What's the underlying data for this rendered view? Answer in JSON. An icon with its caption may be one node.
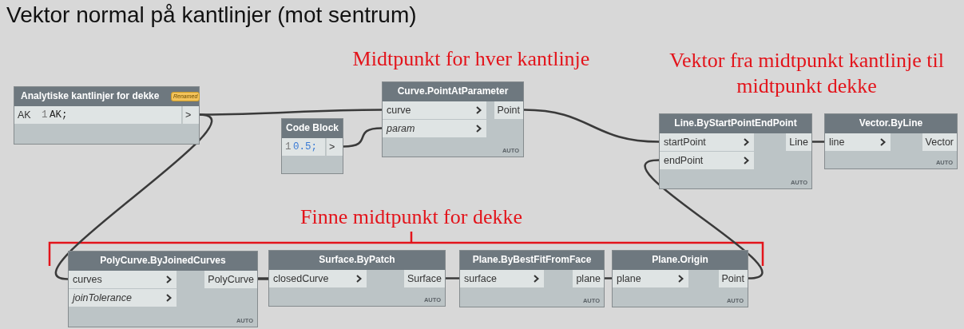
{
  "diagram": {
    "title": "Vektor normal på kantlinjer (mot sentrum)",
    "nodes": [
      {
        "text": [
          "Analytiske kantlinjer for dekke",
          "Renamed",
          "AK",
          "1",
          "AK;",
          ">"
        ]
      },
      {
        "text": [
          "Code Block",
          "1",
          "0.5;",
          ">"
        ]
      },
      {
        "text": [
          "Curve.PointAtParameter",
          "curve",
          "param",
          "Point",
          "AUTO"
        ]
      },
      {
        "text": [
          "Line.ByStartPointEndPoint",
          "startPoint",
          "endPoint",
          "Line",
          "AUTO"
        ]
      },
      {
        "text": [
          "Vector.ByLine",
          "line",
          "Vector",
          "AUTO"
        ]
      },
      {
        "text": [
          "PolyCurve.ByJoinedCurves",
          "curves",
          "joinTolerance",
          "PolyCurve",
          "AUTO"
        ]
      },
      {
        "text": [
          "Surface.ByPatch",
          "closedCurve",
          "Surface",
          "AUTO"
        ]
      },
      {
        "text": [
          "Plane.ByBestFitFromFace",
          "surface",
          "plane",
          "AUTO"
        ]
      },
      {
        "text": [
          "Plane.Origin",
          "plane",
          "Point",
          "AUTO"
        ]
      }
    ],
    "edges": [
      {
        "from": 0,
        "to": 2,
        "arrow": "none"
      },
      {
        "from": 0,
        "to": 5,
        "arrow": "none"
      },
      {
        "from": 1,
        "to": 2,
        "arrow": "none"
      },
      {
        "from": 2,
        "to": 3,
        "arrow": "none"
      },
      {
        "from": 8,
        "to": 3,
        "arrow": "none"
      },
      {
        "from": 3,
        "to": 4,
        "arrow": "none"
      },
      {
        "from": 5,
        "to": 6,
        "arrow": "none"
      },
      {
        "from": 6,
        "to": 7,
        "arrow": "none"
      },
      {
        "from": 7,
        "to": 8,
        "arrow": "none"
      }
    ],
    "labels": [
      "Midtpunkt for hver kantlinje",
      "Vektor fra midtpunkt kantlinje til midtpunkt dekke",
      "Finne midtpunkt for dekke"
    ]
  }
}
